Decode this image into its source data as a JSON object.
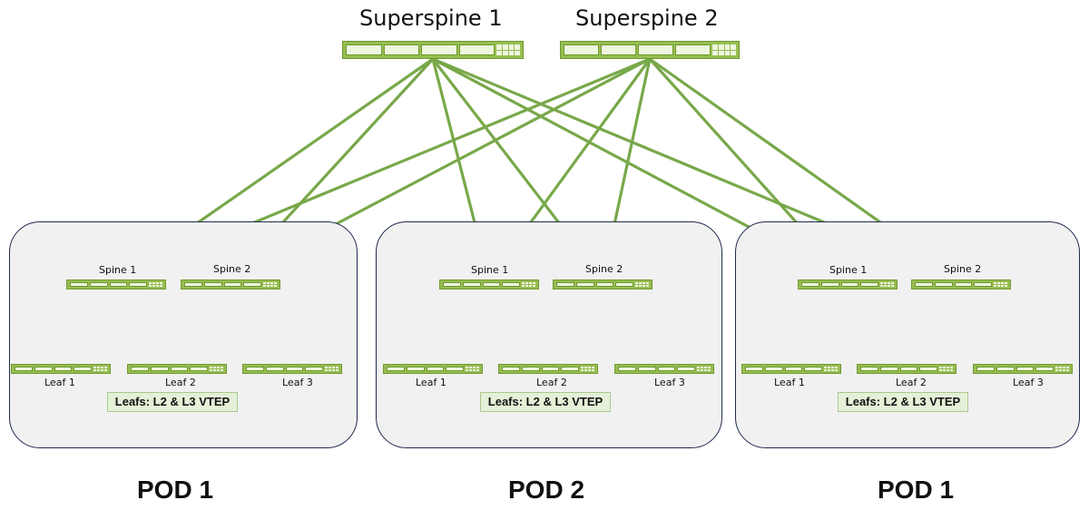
{
  "superspines": [
    {
      "label": "Superspine 1"
    },
    {
      "label": "Superspine 2"
    }
  ],
  "pods": [
    {
      "spines": [
        "Spine 1",
        "Spine 2"
      ],
      "leafs": [
        "Leaf 1",
        "Leaf 2",
        "Leaf 3"
      ],
      "note": "Leafs: L2 & L3 VTEP",
      "title": "POD 1"
    },
    {
      "spines": [
        "Spine 1",
        "Spine 2"
      ],
      "leafs": [
        "Leaf 1",
        "Leaf 2",
        "Leaf 3"
      ],
      "note": "Leafs: L2 & L3 VTEP",
      "title": "POD 2"
    },
    {
      "spines": [
        "Spine 1",
        "Spine 2"
      ],
      "leafs": [
        "Leaf 1",
        "Leaf 2",
        "Leaf 3"
      ],
      "note": "Leafs: L2 & L3 VTEP",
      "title": "POD 1"
    }
  ],
  "colors": {
    "link": "#78a84a",
    "switch": "#97bd52",
    "pod_border": "#1f2a4f",
    "pod_fill": "#f1f1f1"
  }
}
